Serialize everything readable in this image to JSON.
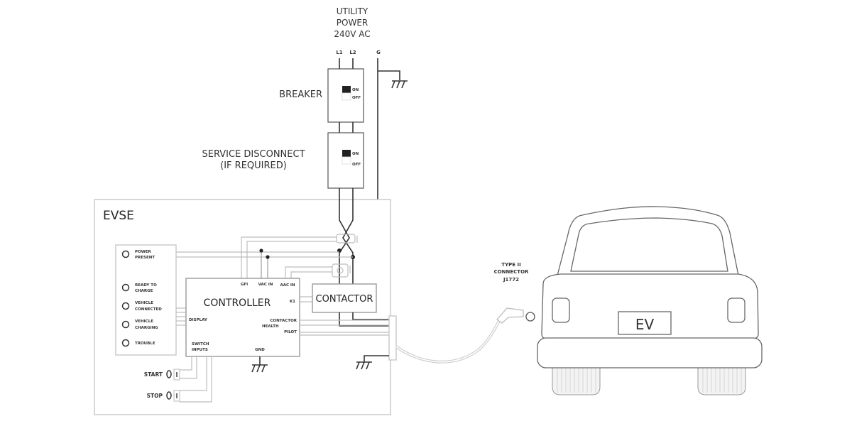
{
  "diagram": {
    "title": "EVSE Wiring Diagram",
    "utility": {
      "line1": "UTILITY",
      "line2": "POWER",
      "line3": "240V AC"
    },
    "terminals": {
      "l1": "L1",
      "l2": "L2",
      "g": "G"
    },
    "breaker": {
      "label": "BREAKER",
      "on": "ON",
      "off": "OFF"
    },
    "disconnect": {
      "line1": "SERVICE DISCONNECT",
      "line2": "(IF REQUIRED)",
      "on": "ON",
      "off": "OFF"
    },
    "evse": {
      "label": "EVSE"
    },
    "indicators": [
      {
        "line1": "POWER",
        "line2": "PRESENT"
      },
      {
        "line1": "READY TO",
        "line2": "CHARGE"
      },
      {
        "line1": "VEHICLE",
        "line2": "CONNECTED"
      },
      {
        "line1": "VEHICLE",
        "line2": "CHARGING"
      },
      {
        "line1": "TROUBLE",
        "line2": ""
      }
    ],
    "controller": {
      "label": "CONTROLLER",
      "gfi": "GFI",
      "vac_in": "VAC IN",
      "aac_in": "AAC IN",
      "k1": "K1",
      "display": "DISPLAY",
      "contactor_health_1": "CONTACTOR",
      "contactor_health_2": "HEALTH",
      "pilot": "PILOT",
      "switch_inputs_1": "SWITCH",
      "switch_inputs_2": "INPUTS",
      "gnd": "GND"
    },
    "contactor": {
      "label": "CONTACTOR"
    },
    "switches": {
      "start": "START",
      "stop": "STOP"
    },
    "connector": {
      "line1": "TYPE II",
      "line2": "CONNECTOR",
      "line3": "J1772"
    },
    "vehicle": {
      "plate": "EV"
    }
  }
}
